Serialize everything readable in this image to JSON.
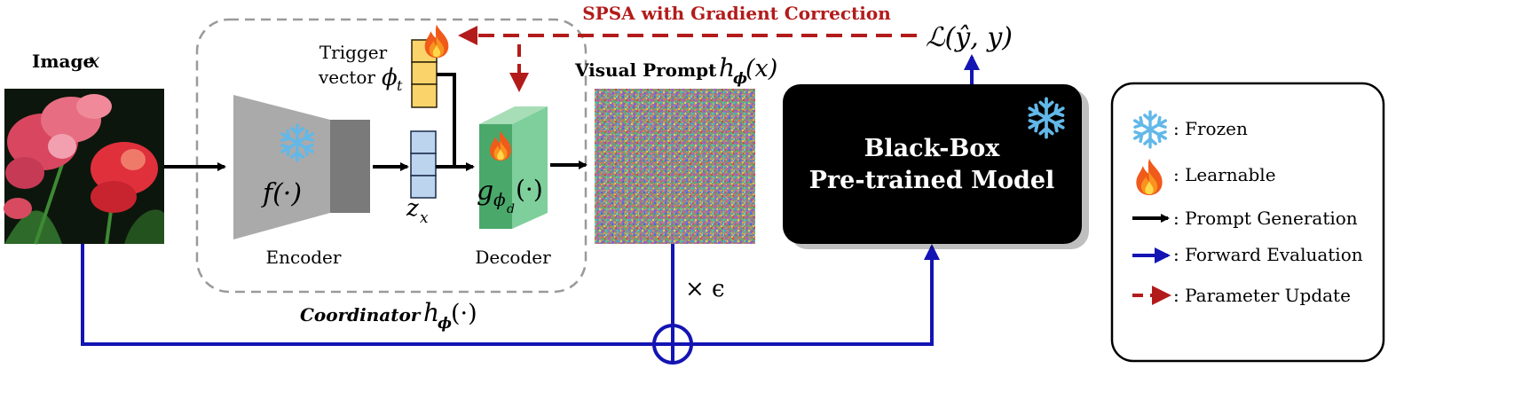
{
  "title_spsa": "SPSA with Gradient Correction",
  "loss_label": "ℒ(ŷ, y)",
  "image": {
    "label_bold": "Image",
    "label_var": "x"
  },
  "trigger": {
    "line1": "Trigger",
    "line2": "vector",
    "symbol": "ϕ",
    "subscript": "t"
  },
  "encoder": {
    "label": "Encoder",
    "func": "f(·)"
  },
  "latent": {
    "symbol": "z",
    "subscript": "x"
  },
  "decoder": {
    "label": "Decoder",
    "func_g": "g",
    "func_phi": "ϕ",
    "func_d": "d",
    "func_arg": "(·)"
  },
  "coordinator": {
    "label": "Coordinator",
    "symbol": "h",
    "subscript": "ϕ",
    "arg": "(·)"
  },
  "visual_prompt": {
    "label": "Visual Prompt",
    "symbol": "h",
    "subscript": "ϕ",
    "arg": "(x)"
  },
  "model": {
    "line1": "Black-Box",
    "line2": "Pre-trained Model"
  },
  "scale_label": "× ϵ",
  "legend": [
    {
      "icon": "snowflake",
      "text": ": Frozen"
    },
    {
      "icon": "flame",
      "text": ": Learnable"
    },
    {
      "icon": "black-arrow",
      "text": ": Prompt Generation"
    },
    {
      "icon": "blue-arrow",
      "text": ": Forward Evaluation"
    },
    {
      "icon": "red-dashed-arrow",
      "text": ": Parameter Update"
    }
  ],
  "colors": {
    "prompt_generation": "#000000",
    "forward_evaluation": "#1414b4",
    "parameter_update": "#b31b1b",
    "trigger_fill": "#fad36b",
    "latent_fill": "#bcd4ee",
    "decoder_fill": "#6cc08a",
    "model_fill": "#000000",
    "snowflake": "#62b8e8"
  }
}
